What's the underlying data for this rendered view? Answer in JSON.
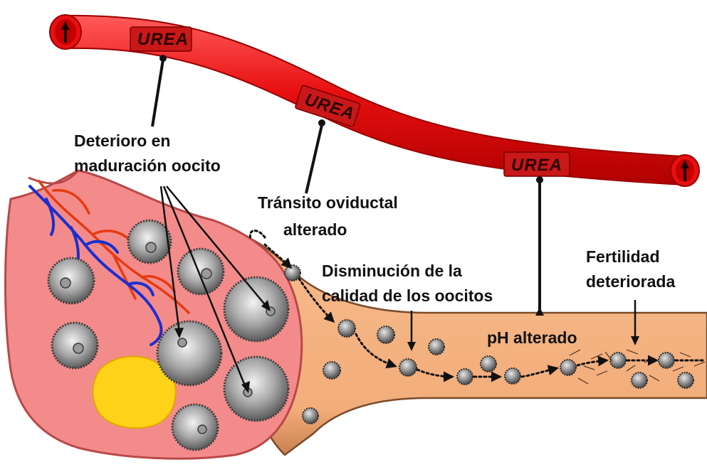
{
  "vessel": {
    "urea_labels": [
      "UREA",
      "UREA",
      "UREA"
    ],
    "colors": {
      "vessel": "#e81010",
      "vessel_dark": "#a80000",
      "vessel_light": "#ff4a4a"
    },
    "icons": [
      "up-arrow-icon",
      "up-arrow-icon"
    ]
  },
  "labels": {
    "deterioro_line1": "Deterioro  en",
    "deterioro_line2": "maduración oocito",
    "transito_line1": "Tránsito oviductal",
    "transito_line2": "alterado",
    "disminucion_line1": "Disminución de la",
    "disminucion_line2": "calidad de los oocitos",
    "ph": "pH alterado",
    "fertilidad_line1": "Fertilidad",
    "fertilidad_line2": "deteriorada"
  },
  "colors": {
    "ovary": "#f48b8b",
    "ovary_edge": "#c05050",
    "oviduct": "#f2ad7a",
    "oviduct_edge": "#8a5530",
    "corpus": "#ffd21a",
    "follicle": "#8c8c8c",
    "artery": "#e53a10",
    "vein": "#1a2fd0"
  }
}
